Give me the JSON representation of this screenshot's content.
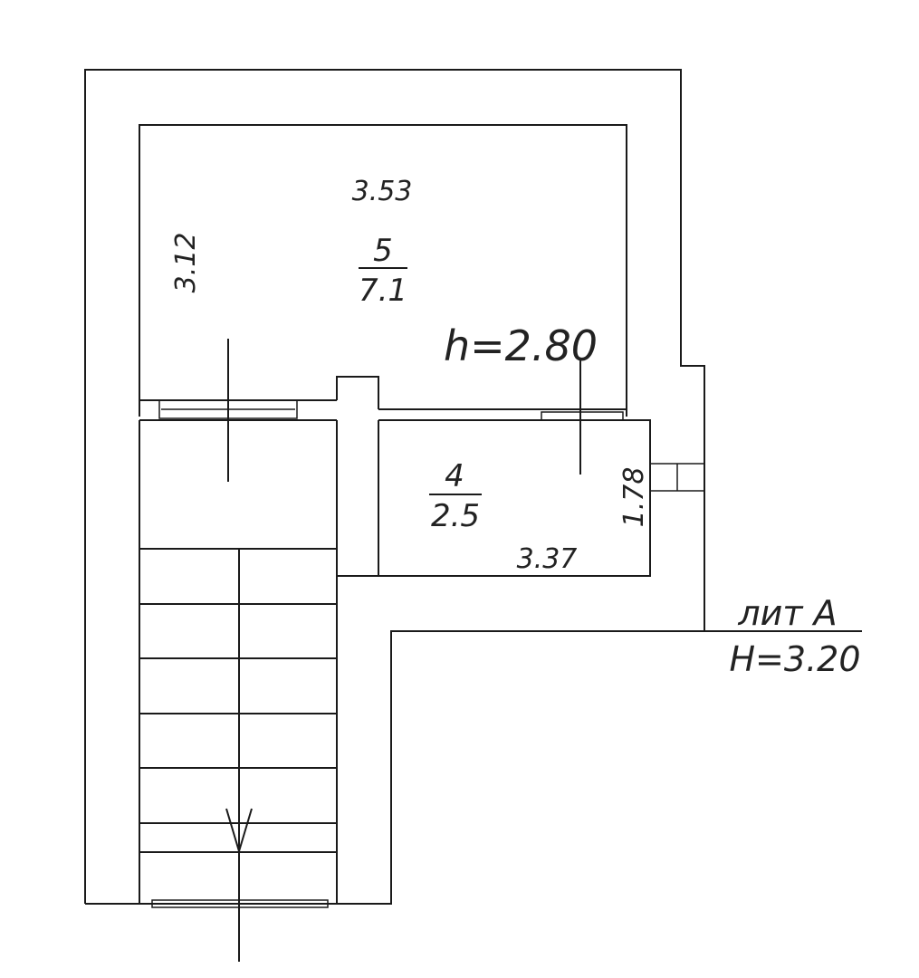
{
  "plan": {
    "ceiling_height_label": "h=2.80",
    "building": {
      "name": "лит A",
      "height": "H=3.20"
    },
    "rooms": [
      {
        "number": "5",
        "area": "7.1",
        "width_dim": "3.53",
        "depth_dim": "3.12"
      },
      {
        "number": "4",
        "area": "2.5",
        "width_dim": "3.37",
        "depth_dim": "1.78"
      }
    ]
  }
}
